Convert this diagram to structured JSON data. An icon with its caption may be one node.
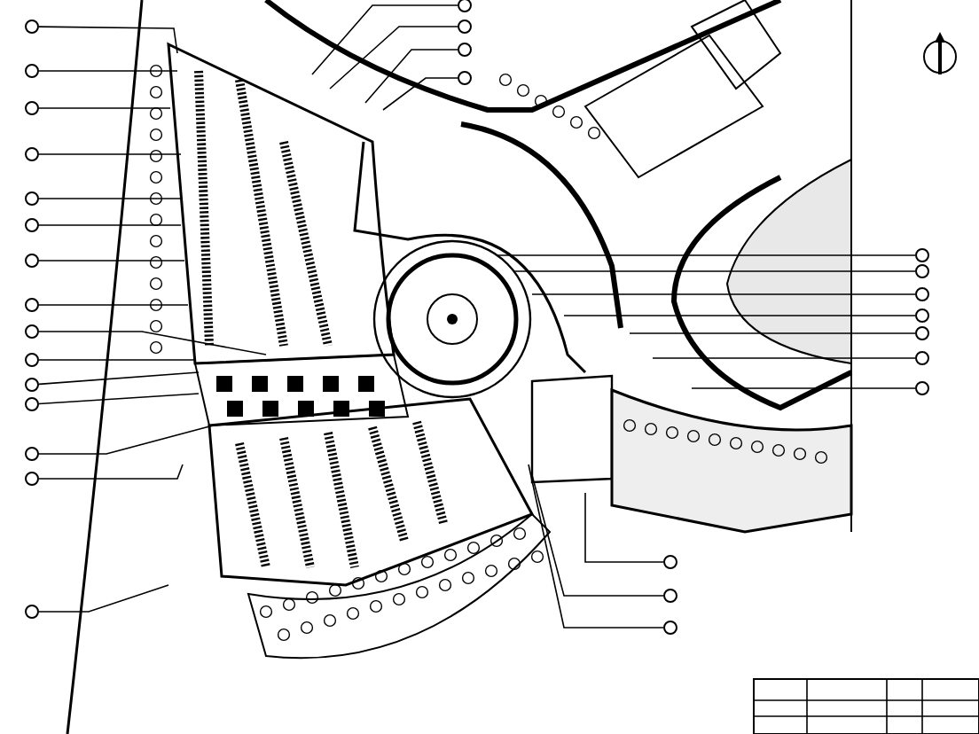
{
  "diagram": {
    "nodes": [
      {
        "text": [],
        "shape": "circle"
      },
      {
        "text": [],
        "shape": "circle"
      },
      {
        "text": [],
        "shape": "circle"
      },
      {
        "text": [],
        "shape": "circle"
      },
      {
        "text": [],
        "shape": "circle"
      },
      {
        "text": [],
        "shape": "circle"
      },
      {
        "text": [],
        "shape": "circle"
      },
      {
        "text": [],
        "shape": "circle"
      },
      {
        "text": [],
        "shape": "circle"
      },
      {
        "text": [],
        "shape": "circle"
      },
      {
        "text": [],
        "shape": "circle"
      },
      {
        "text": [],
        "shape": "circle"
      },
      {
        "text": [],
        "shape": "circle"
      },
      {
        "text": [],
        "shape": "circle"
      },
      {
        "text": [],
        "shape": "circle"
      },
      {
        "text": [],
        "shape": "circle"
      },
      {
        "text": [],
        "shape": "circle"
      },
      {
        "text": [],
        "shape": "circle"
      },
      {
        "text": [],
        "shape": "circle"
      },
      {
        "text": [],
        "shape": "circle"
      },
      {
        "text": [],
        "shape": "circle"
      },
      {
        "text": [],
        "shape": "circle"
      },
      {
        "text": [],
        "shape": "circle"
      },
      {
        "text": [],
        "shape": "circle"
      },
      {
        "text": [],
        "shape": "circle"
      },
      {
        "text": [],
        "shape": "circle"
      },
      {
        "text": [],
        "shape": "circle"
      },
      {
        "text": [],
        "shape": "circle"
      },
      {
        "text": [],
        "shape": "circle"
      }
    ],
    "edges": [
      {
        "from": 0,
        "to": null,
        "arrow": "none"
      },
      {
        "from": 1,
        "to": null,
        "arrow": "none"
      },
      {
        "from": 2,
        "to": null,
        "arrow": "none"
      },
      {
        "from": 3,
        "to": null,
        "arrow": "none"
      },
      {
        "from": 4,
        "to": null,
        "arrow": "none"
      },
      {
        "from": 5,
        "to": null,
        "arrow": "none"
      },
      {
        "from": 6,
        "to": null,
        "arrow": "none"
      },
      {
        "from": 7,
        "to": null,
        "arrow": "none"
      },
      {
        "from": 8,
        "to": null,
        "arrow": "none"
      },
      {
        "from": 9,
        "to": null,
        "arrow": "none"
      },
      {
        "from": 10,
        "to": null,
        "arrow": "none"
      },
      {
        "from": 11,
        "to": null,
        "arrow": "none"
      },
      {
        "from": 12,
        "to": null,
        "arrow": "none"
      },
      {
        "from": 13,
        "to": null,
        "arrow": "none"
      },
      {
        "from": 14,
        "to": null,
        "arrow": "none"
      },
      {
        "from": 15,
        "to": null,
        "arrow": "none"
      },
      {
        "from": 16,
        "to": null,
        "arrow": "none"
      },
      {
        "from": 17,
        "to": null,
        "arrow": "none"
      },
      {
        "from": 18,
        "to": null,
        "arrow": "none"
      },
      {
        "from": 19,
        "to": null,
        "arrow": "none"
      },
      {
        "from": 20,
        "to": null,
        "arrow": "none"
      },
      {
        "from": 21,
        "to": null,
        "arrow": "none"
      },
      {
        "from": 22,
        "to": null,
        "arrow": "none"
      },
      {
        "from": 23,
        "to": null,
        "arrow": "none"
      },
      {
        "from": 24,
        "to": null,
        "arrow": "none"
      },
      {
        "from": 25,
        "to": null,
        "arrow": "none"
      },
      {
        "from": 26,
        "to": null,
        "arrow": "none"
      },
      {
        "from": 27,
        "to": null,
        "arrow": "none"
      },
      {
        "from": 28,
        "to": null,
        "arrow": "none"
      }
    ]
  }
}
